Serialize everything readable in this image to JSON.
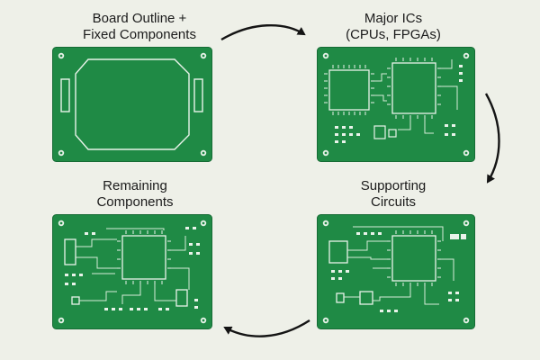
{
  "steps": [
    {
      "line1": "Board Outline +",
      "line2": "Fixed Components"
    },
    {
      "line1": "Major ICs",
      "line2": "(CPUs, FPGAs)"
    },
    {
      "line1": "Supporting",
      "line2": "Circuits"
    },
    {
      "line1": "Remaining",
      "line2": "Components"
    }
  ],
  "colors": {
    "board": "#1f8a45",
    "board_edge": "#156b34",
    "silk": "#e9f3ea",
    "trace": "#d7ecd9",
    "arrow": "#141414"
  },
  "icons": [
    "arrow-right-icon",
    "arrow-down-icon",
    "arrow-left-icon"
  ]
}
